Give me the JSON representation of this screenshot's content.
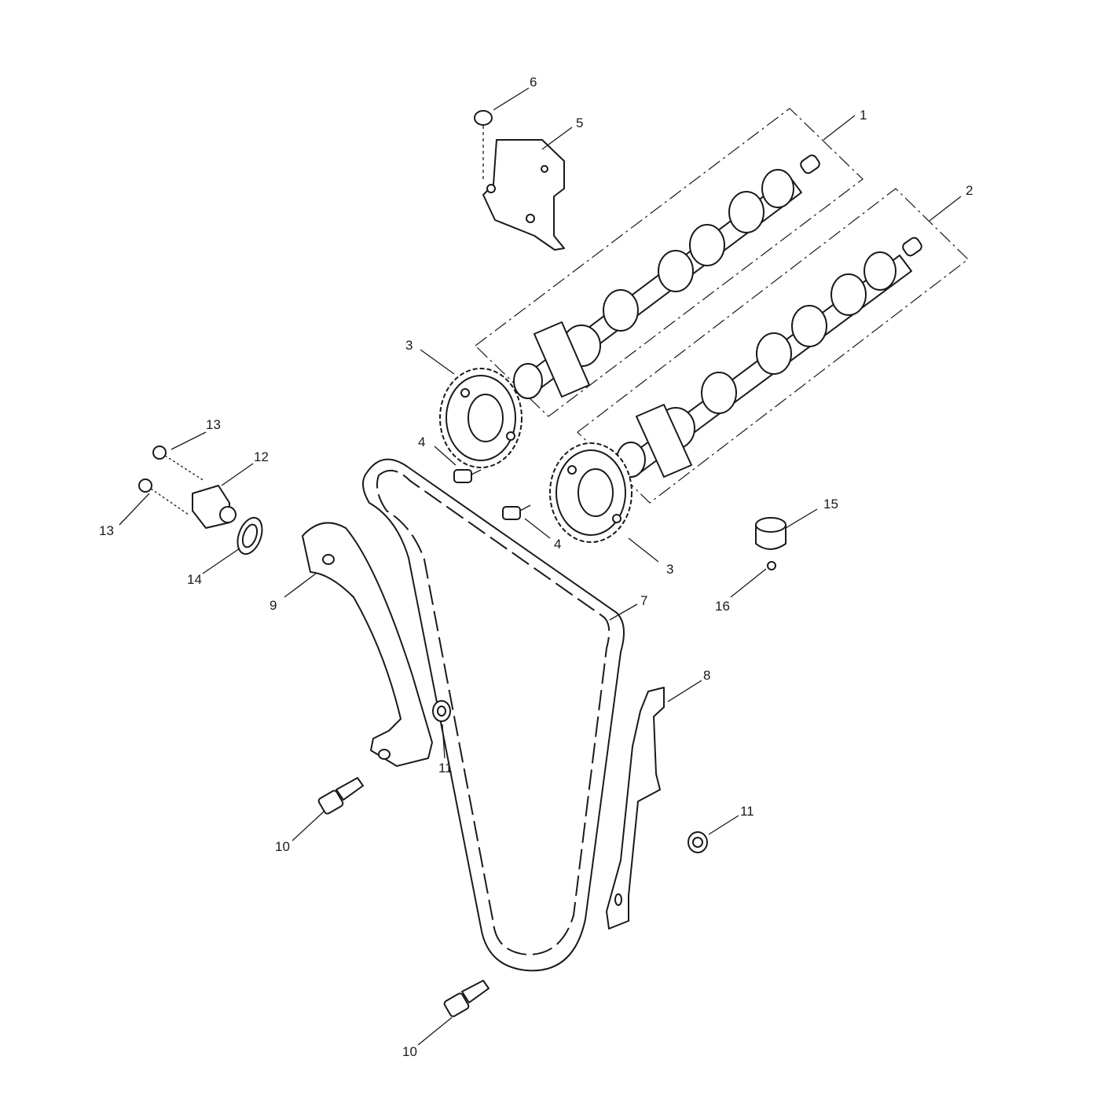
{
  "callouts": [
    {
      "id": "c1",
      "label": "1"
    },
    {
      "id": "c2",
      "label": "2"
    },
    {
      "id": "c3a",
      "label": "3"
    },
    {
      "id": "c3b",
      "label": "3"
    },
    {
      "id": "c4a",
      "label": "4"
    },
    {
      "id": "c4b",
      "label": "4"
    },
    {
      "id": "c5",
      "label": "5"
    },
    {
      "id": "c6",
      "label": "6"
    },
    {
      "id": "c7",
      "label": "7"
    },
    {
      "id": "c8",
      "label": "8"
    },
    {
      "id": "c9",
      "label": "9"
    },
    {
      "id": "c10a",
      "label": "10"
    },
    {
      "id": "c10b",
      "label": "10"
    },
    {
      "id": "c11a",
      "label": "11"
    },
    {
      "id": "c11b",
      "label": "11"
    },
    {
      "id": "c12",
      "label": "12"
    },
    {
      "id": "c13a",
      "label": "13"
    },
    {
      "id": "c13b",
      "label": "13"
    },
    {
      "id": "c14",
      "label": "14"
    },
    {
      "id": "c15",
      "label": "15"
    },
    {
      "id": "c16",
      "label": "16"
    }
  ]
}
